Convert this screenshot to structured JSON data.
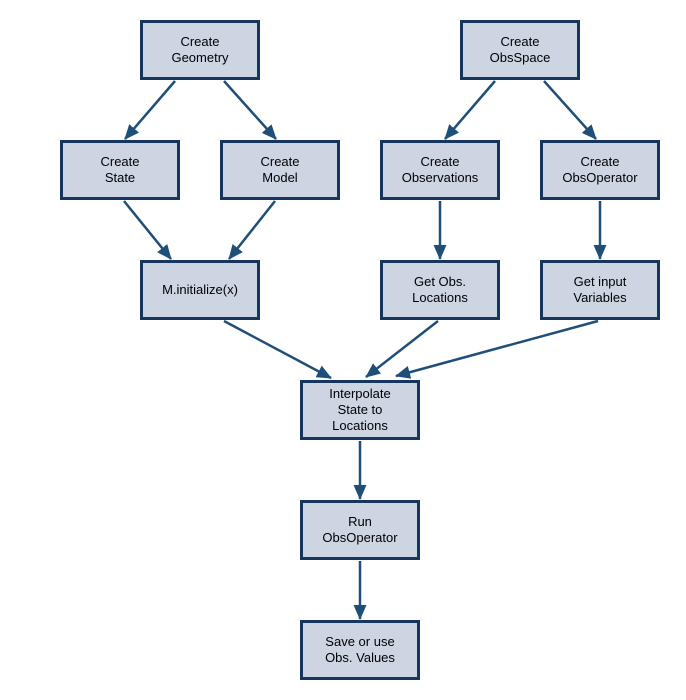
{
  "diagram": {
    "type": "flowchart",
    "colors": {
      "background": "#FFFFFF",
      "node_fill": "#CDD4E2",
      "node_border": "#17365D",
      "arrow": "#1F4E79",
      "text": "#000000"
    },
    "nodes": {
      "create_geometry": {
        "label": "Create\nGeometry"
      },
      "create_obsspace": {
        "label": "Create\nObsSpace"
      },
      "create_state": {
        "label": "Create\nState"
      },
      "create_model": {
        "label": "Create\nModel"
      },
      "create_observations": {
        "label": "Create\nObservations"
      },
      "create_obsoperator": {
        "label": "Create\nObsOperator"
      },
      "m_initialize": {
        "label": "M.initialize(x)"
      },
      "get_obs_locations": {
        "label": "Get Obs.\nLocations"
      },
      "get_input_variables": {
        "label": "Get input\nVariables"
      },
      "interpolate_state": {
        "label": "Interpolate\nState to\nLocations"
      },
      "run_obsoperator": {
        "label": "Run\nObsOperator"
      },
      "save_values": {
        "label": "Save or use\nObs. Values"
      }
    },
    "edges": [
      {
        "from": "create_geometry",
        "to": "create_state"
      },
      {
        "from": "create_geometry",
        "to": "create_model"
      },
      {
        "from": "create_obsspace",
        "to": "create_observations"
      },
      {
        "from": "create_obsspace",
        "to": "create_obsoperator"
      },
      {
        "from": "create_state",
        "to": "m_initialize"
      },
      {
        "from": "create_model",
        "to": "m_initialize"
      },
      {
        "from": "create_observations",
        "to": "get_obs_locations"
      },
      {
        "from": "create_obsoperator",
        "to": "get_input_variables"
      },
      {
        "from": "m_initialize",
        "to": "interpolate_state"
      },
      {
        "from": "get_obs_locations",
        "to": "interpolate_state"
      },
      {
        "from": "get_input_variables",
        "to": "interpolate_state"
      },
      {
        "from": "interpolate_state",
        "to": "run_obsoperator"
      },
      {
        "from": "run_obsoperator",
        "to": "save_values"
      }
    ]
  }
}
